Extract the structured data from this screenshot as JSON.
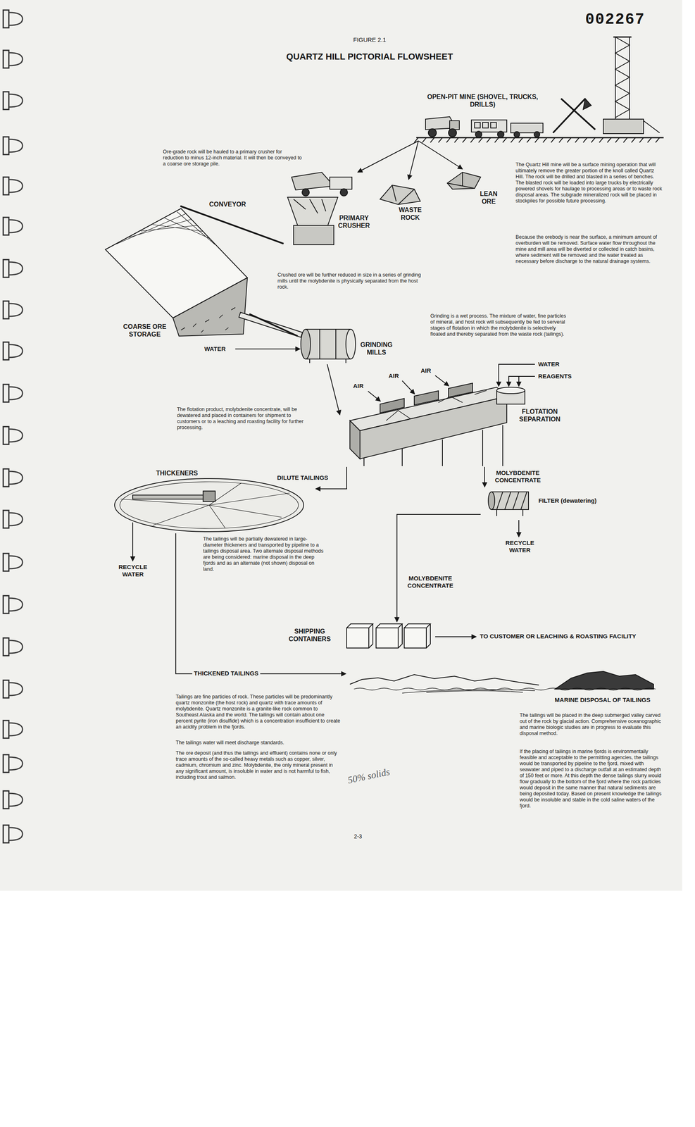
{
  "diagram": {
    "title": "QUARTZ HILL PICTORIAL FLOWSHEET",
    "nodes": [
      {
        "text": [
          "OPEN-PIT MINE (SHOVEL, TRUCKS, DRILLS)"
        ]
      },
      {
        "text": [
          "PRIMARY CRUSHER"
        ]
      },
      {
        "text": [
          "WASTE ROCK"
        ]
      },
      {
        "text": [
          "LEAN ORE"
        ]
      },
      {
        "text": [
          "COARSE ORE STORAGE"
        ]
      },
      {
        "text": [
          "GRINDING MILLS"
        ]
      },
      {
        "text": [
          "FLOTATION SEPARATION"
        ]
      },
      {
        "text": [
          "FILTER (dewatering)"
        ]
      },
      {
        "text": [
          "THICKENERS"
        ]
      },
      {
        "text": [
          "SHIPPING CONTAINERS"
        ]
      },
      {
        "text": [
          "MARINE DISPOSAL OF TAILINGS"
        ]
      }
    ],
    "edges": [
      {
        "from": 0,
        "to": 1,
        "arrow": "to"
      },
      {
        "from": 0,
        "to": 2,
        "arrow": "to"
      },
      {
        "from": 0,
        "to": 3,
        "arrow": "to"
      },
      {
        "from": 1,
        "to": 4,
        "arrow": "none"
      },
      {
        "from": 4,
        "to": 5,
        "arrow": "none"
      },
      {
        "from": 5,
        "to": 6,
        "arrow": "to"
      },
      {
        "from": 6,
        "to": 7,
        "label": "MOLYBDENITE CONCENTRATE",
        "arrow": "to"
      },
      {
        "from": 6,
        "to": 8,
        "label": "DILUTE TAILINGS",
        "arrow": "to"
      },
      {
        "from": 7,
        "to": 9,
        "label": "MOLYBDENITE CONCENTRATE",
        "arrow": "to"
      },
      {
        "from": 8,
        "to": 10,
        "label": "THICKENED TAILINGS",
        "arrow": "to"
      }
    ],
    "labels": [
      "002267",
      "FIGURE 2.1",
      "Ore-grade rock will be hauled to a primary crusher for reduction to minus 12-inch material. It will then be conveyed to a coarse ore storage pile.",
      "The Quartz Hill mine will be a surface mining operation that will ultimately remove the greater portion of the knoll called Quartz Hill. The rock will be drilled and blasted in a series of benches. The blasted rock will be loaded into large trucks by electrically powered shovels for haulage to processing areas or to waste rock disposal areas. The subgrade mineralized rock will be placed in stockpiles for possible future processing.",
      "Because the orebody is near the surface, a minimum amount of overburden will be removed. Surface water flow throughout the mine and mill area will be diverted or collected in catch basins, where sediment will be removed and the water treated as necessary before discharge to the natural drainage systems.",
      "CONVEYOR",
      "Crushed ore will be further reduced in size in a series of grinding mills until the molybdenite is physically separated from the host rock.",
      "Grinding is a wet process. The mixture of water, fine particles of mineral, and host rock will subsequently be fed to serveral stages of flotation in which the molybdenite is selectively floated and thereby separated from the waste rock (tailings).",
      "WATER",
      "AIR",
      "AIR",
      "AIR",
      "WATER",
      "REAGENTS",
      "The flotation product, molybdenite concentrate, will be dewatered and placed in containers for shipment to customers or to a leaching and roasting facility for further processing.",
      "RECYCLE WATER",
      "RECYCLE WATER",
      "The tailings will be partially dewatered in large-diameter thickeners and transported by pipeline to a tailings disposal area. Two alternate disposal methods are being considered: marine disposal in the deep fjords and as an alternate (not shown) disposal on land.",
      "TO CUSTOMER OR LEACHING & ROASTING FACILITY",
      "Tailings are fine particles of rock. These particles will be predominantly quartz monzonite (the host rock) and quartz with trace amounts of molybdenite. Quartz monzonite is a granite-like rock common to Southeast Alaska and the world. The tailings will contain about one percent pyrite (iron disulfide) which is a concentration insufficient to create an acidity problem in the fjords.",
      "The tailings water will meet discharge standards.",
      "The ore deposit (and thus the tailings and effluent) contains none or only trace amounts of the so-called heavy metals such as copper, silver, cadmium, chromium and zinc. Molybdenite, the only mineral present in any significant amount, is insoluble in water and is not harmful to fish, including trout and salmon.",
      "The tailings will be placed in the deep submerged valley carved out of the rock by glacial action. Comprehensive oceanographic and marine biologic studies are in progress to evaluate this disposal method.",
      "If the placing of tailings in marine fjords is environmentally feasible and acceptable to the permitting agencies, the tailings would be transported by pipeline to the fjord, mixed with seawater and piped to a discharge outfall at an estimated depth of 150 feet or more. At this depth the dense tailings slurry would flow gradually to the bottom of the fjord where the rock particles would deposit in the same manner that natural sediments are being deposited today. Based on present knowledge the tailings would be insoluble and stable in the cold saline waters of the fjord.",
      "50% solids",
      "2-3"
    ]
  }
}
